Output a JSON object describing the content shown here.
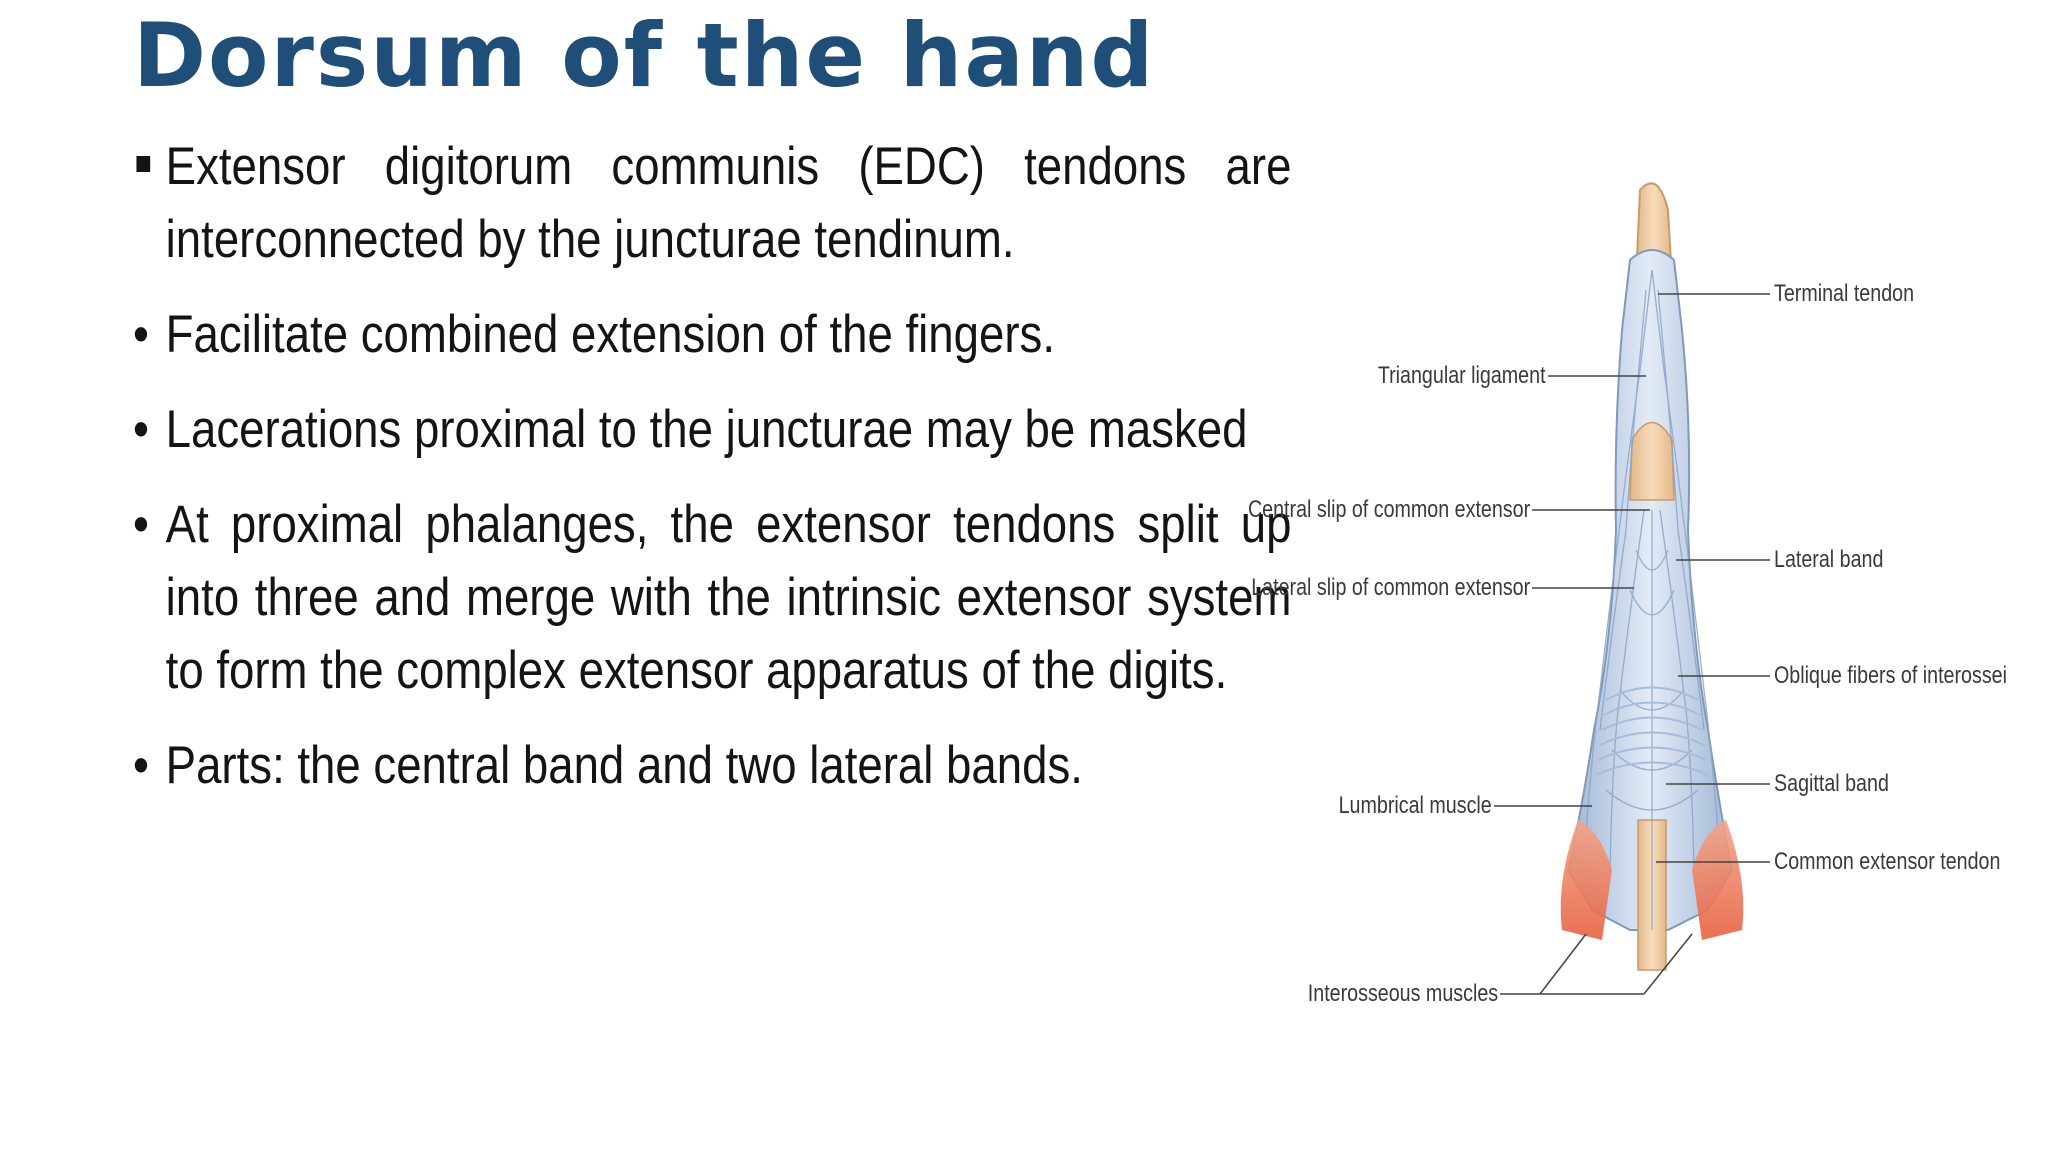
{
  "slide": {
    "title": "Dorsum of the hand",
    "bullets": [
      {
        "marker": "square",
        "text": "Extensor digitorum  communis  (EDC) tendons are interconnected by the juncturae tendinum."
      },
      {
        "marker": "•",
        "text": "Facilitate combined extension of the fingers."
      },
      {
        "marker": "•",
        "text": "Lacerations  proximal to the juncturae may be masked"
      },
      {
        "marker": "•",
        "text": " At  proximal phalanges, the extensor tendons split up into three  and merge with the intrinsic extensor system to form the complex extensor apparatus of the digits."
      },
      {
        "marker": "•",
        "text": " Parts: the central band and two lateral bands."
      }
    ]
  },
  "figure": {
    "labels_right": {
      "terminal_tendon": "Terminal tendon",
      "lateral_band": "Lateral band",
      "oblique_fibers": "Oblique fibers of interossei",
      "sagittal_band": "Sagittal band",
      "common_extensor_tendon": "Common extensor tendon"
    },
    "labels_left": {
      "triangular_ligament": "Triangular ligament",
      "central_slip": "Central slip of common extensor",
      "lateral_slip": "Lateral slip of common extensor",
      "lumbrical_muscle": "Lumbrical muscle",
      "interosseous_muscles": "Interosseous muscles"
    }
  },
  "colors": {
    "title": "#1f4e79",
    "text": "#141414",
    "tendon": "#c9d7ea",
    "bone": "#f0cda4",
    "muscle": "#ec7a5a"
  }
}
